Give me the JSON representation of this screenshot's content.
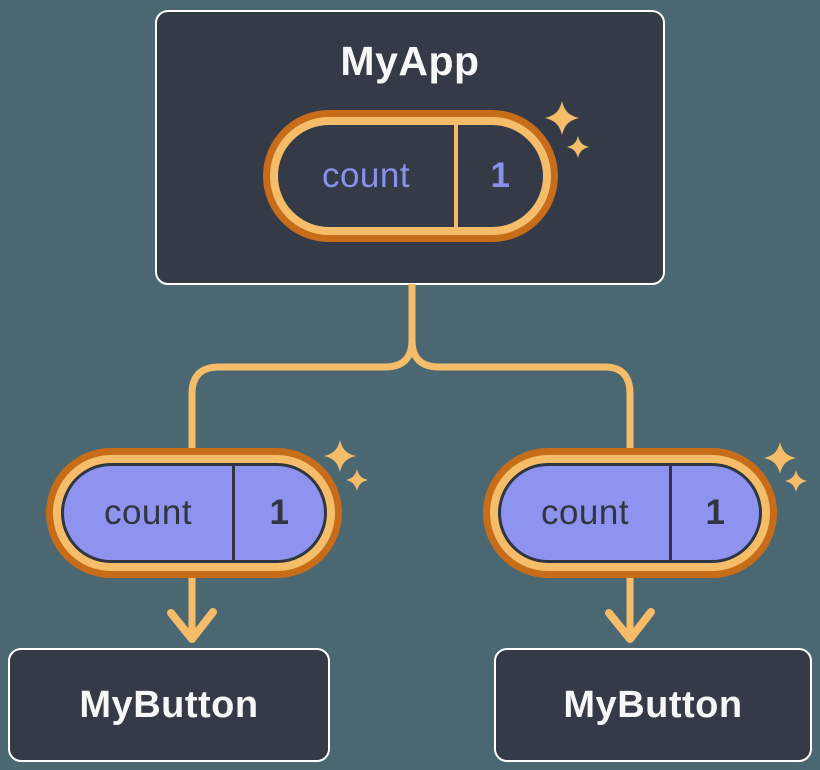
{
  "diagram": {
    "root": {
      "label": "MyApp",
      "state": {
        "name": "count",
        "value": "1"
      }
    },
    "children": [
      {
        "label": "MyButton",
        "prop": {
          "name": "count",
          "value": "1"
        }
      },
      {
        "label": "MyButton",
        "prop": {
          "name": "count",
          "value": "1"
        }
      }
    ]
  },
  "icons": {
    "sparkle": "four-point-sparkle",
    "arrow": "arrow-down"
  },
  "theme": {
    "background": "#4B6771",
    "node_fill": "#343B47",
    "node_border": "#FFFFFF",
    "node_text": "#F6F7F9",
    "connector": "#F5BD69",
    "ring_outer": "#C76D1A",
    "ring_inner": "#F5BD69",
    "state_text": "#8A91EC",
    "prop_fill": "#8D93EE",
    "prop_text": "#30363F",
    "prop_outline": "#30363F"
  }
}
